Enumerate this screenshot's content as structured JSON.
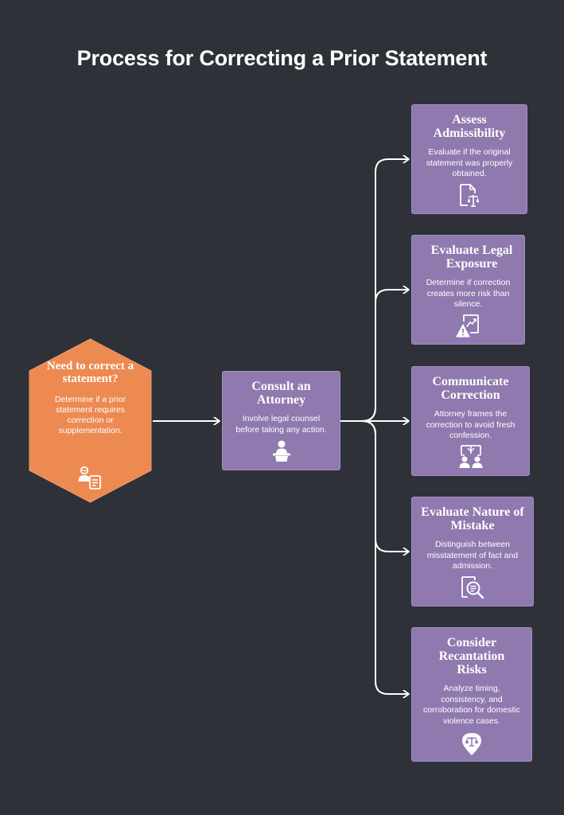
{
  "title": "Process for Correcting a Prior Statement",
  "colors": {
    "background": "#2e3138",
    "start_node": "#ec8a52",
    "process_node": "#8f79ae",
    "connector": "#ffffff",
    "text": "#ffffff"
  },
  "start": {
    "title": "Need to correct a statement?",
    "description": "Determine if a prior statement requires correction or supplementation.",
    "icon": "person-document-icon"
  },
  "consult": {
    "title": "Consult an Attorney",
    "description": "Involve legal counsel before taking any action.",
    "icon": "lawyer-podium-icon"
  },
  "branches": [
    {
      "title": "Assess Admissibility",
      "description": "Evaluate if the original statement was properly obtained.",
      "icon": "legal-document-scale-icon"
    },
    {
      "title": "Evaluate Legal Exposure",
      "description": "Determine if correction creates more risk than silence.",
      "icon": "risk-warning-chart-icon"
    },
    {
      "title": "Communicate Correction",
      "description": "Attorney frames the correction to avoid fresh confession.",
      "icon": "attorney-client-presentation-icon"
    },
    {
      "title": "Evaluate Nature of Mistake",
      "description": "Distinguish between misstatement of fact and admission.",
      "icon": "document-search-icon"
    },
    {
      "title": "Consider Recantation Risks",
      "description": "Analyze timing, consistency, and corroboration for domestic violence cases.",
      "icon": "location-scale-icon"
    }
  ]
}
